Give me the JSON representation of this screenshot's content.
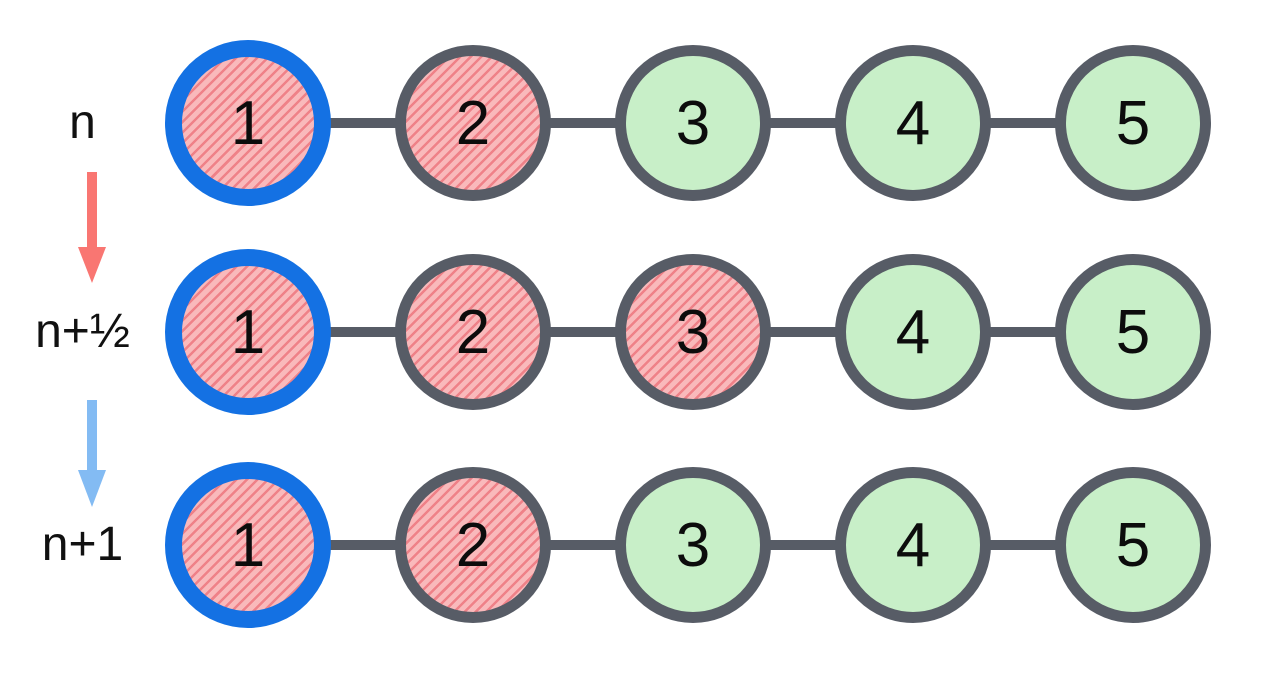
{
  "colors": {
    "slate": "#575c66",
    "green": "#c8efc8",
    "pink_base": "#f9b9bb",
    "pink_stripe": "#ef8188",
    "ring_blue": "#1471e3",
    "arrow_red": "#f97672",
    "arrow_blue": "#83bbf3"
  },
  "rows": [
    {
      "label": "n",
      "nodes": [
        {
          "label": "1",
          "state": "red-ring"
        },
        {
          "label": "2",
          "state": "red"
        },
        {
          "label": "3",
          "state": "green"
        },
        {
          "label": "4",
          "state": "green"
        },
        {
          "label": "5",
          "state": "green"
        }
      ]
    },
    {
      "label": "n+½",
      "nodes": [
        {
          "label": "1",
          "state": "red-ring"
        },
        {
          "label": "2",
          "state": "red"
        },
        {
          "label": "3",
          "state": "red"
        },
        {
          "label": "4",
          "state": "green"
        },
        {
          "label": "5",
          "state": "green"
        }
      ]
    },
    {
      "label": "n+1",
      "nodes": [
        {
          "label": "1",
          "state": "red-ring"
        },
        {
          "label": "2",
          "state": "red"
        },
        {
          "label": "3",
          "state": "green"
        },
        {
          "label": "4",
          "state": "green"
        },
        {
          "label": "5",
          "state": "green"
        }
      ]
    }
  ],
  "arrows": [
    {
      "id": "red",
      "from": "n",
      "to": "n+½",
      "direction": "down"
    },
    {
      "id": "blue",
      "from": "n+½",
      "to": "n+1",
      "direction": "down"
    }
  ]
}
